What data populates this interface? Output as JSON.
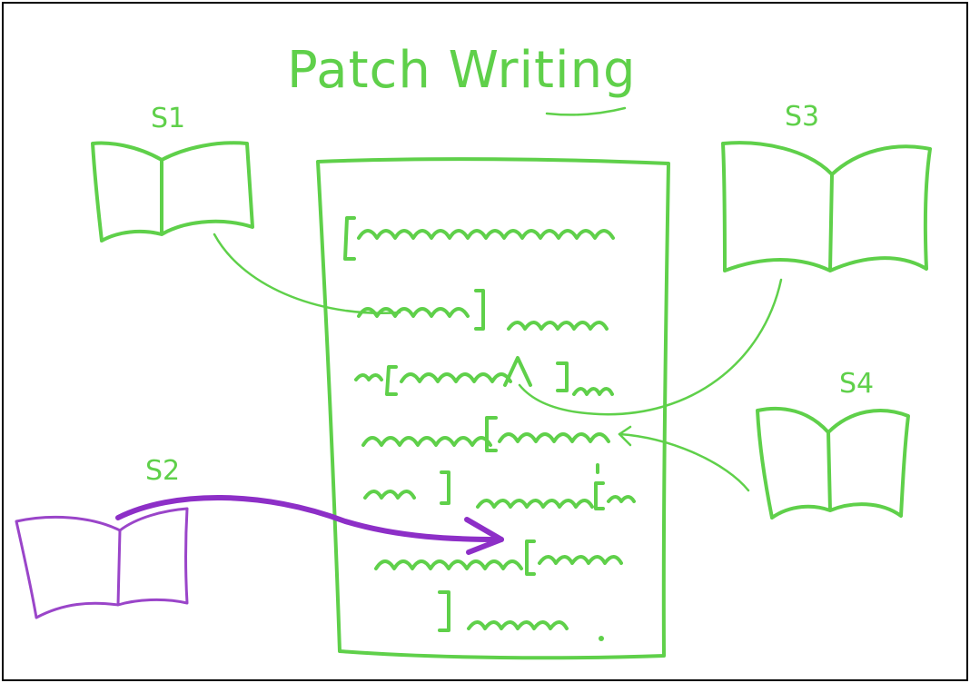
{
  "title": "Patch Writing",
  "sources": [
    {
      "label": "S1"
    },
    {
      "label": "S2"
    },
    {
      "label": "S3"
    },
    {
      "label": "S4"
    }
  ],
  "colors": {
    "ink": "#5fd04a",
    "highlight": "#8d2fc7",
    "frame": "#000000",
    "paper": "#ffffff"
  }
}
